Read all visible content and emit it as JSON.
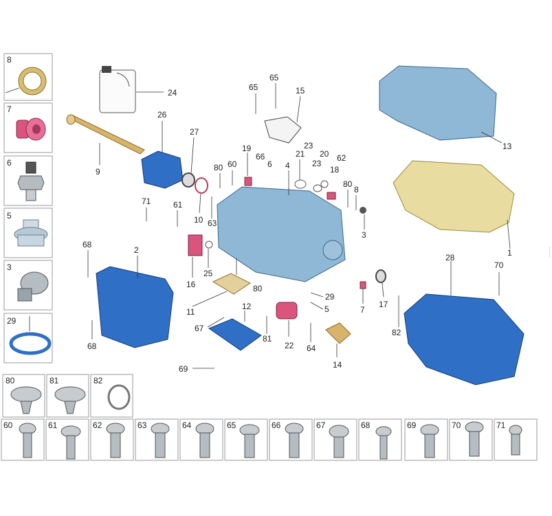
{
  "diagram": {
    "callouts": {
      "c24": "24",
      "c65a": "65",
      "c65b": "65",
      "c15": "15",
      "c13": "13",
      "c9": "9",
      "c26": "26",
      "c27": "27",
      "c10": "10",
      "c19": "19",
      "c66": "66",
      "c6": "6",
      "c80a": "80",
      "c60": "60",
      "c4": "4",
      "c21": "21",
      "c23a": "23",
      "c23b": "23",
      "c20": "20",
      "c62": "62",
      "c18": "18",
      "c80b": "80",
      "c8": "8",
      "c3": "3",
      "c1": "1",
      "c71": "71",
      "c61": "61",
      "c63": "63",
      "c68a": "68",
      "c2": "2",
      "c16": "16",
      "c25": "25",
      "c80c": "80",
      "c11": "11",
      "c29": "29",
      "c5": "5",
      "c7": "7",
      "c17": "17",
      "c28": "28",
      "c70": "70",
      "c67": "67",
      "c12": "12",
      "c68b": "68",
      "c81": "81",
      "c22": "22",
      "c64": "64",
      "c82": "82",
      "c14": "14",
      "c69": "69"
    },
    "left_column": [
      "8",
      "7",
      "6",
      "5",
      "3",
      "29"
    ],
    "bottom_row_1": [
      "80",
      "81",
      "82"
    ],
    "bottom_row_2": [
      "60",
      "61",
      "62",
      "63",
      "64",
      "65",
      "66",
      "67",
      "68",
      "69",
      "70",
      "71"
    ]
  },
  "colors": {
    "blue": "#2f6fc6",
    "light_blue": "#8fb7d6",
    "gold": "#e8dca0",
    "pink": "#d9557e",
    "grey": "#b5bcc2",
    "tan": "#d8b46a"
  }
}
